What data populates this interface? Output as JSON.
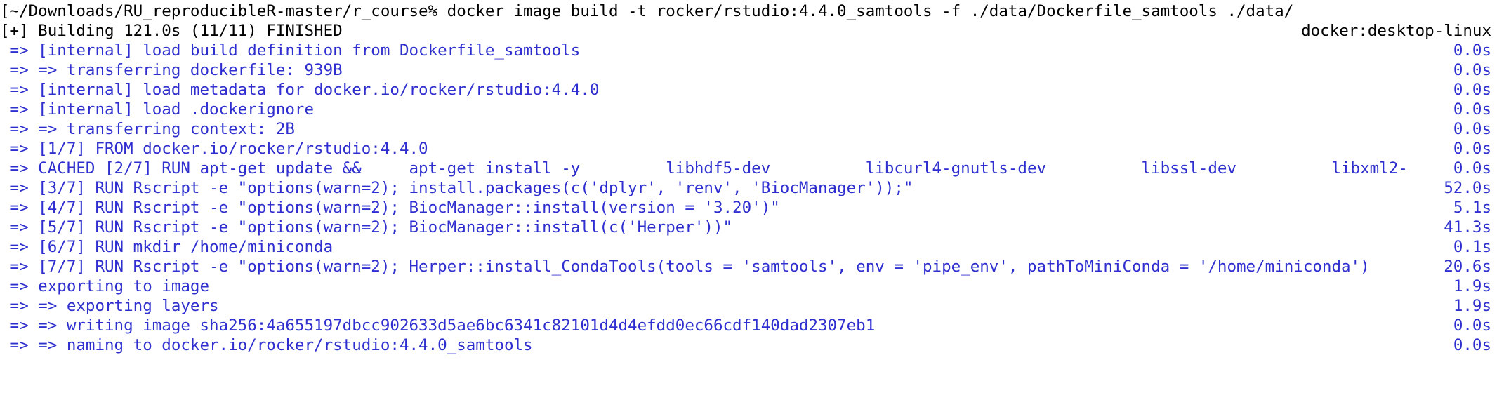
{
  "terminal": {
    "prompt_line": "[~/Downloads/RU_reproducibleR-master/r_course% docker image build -t rocker/rstudio:4.4.0_samtools -f ./data/Dockerfile_samtools ./data/",
    "build_status": "[+] Building 121.0s (11/11) FINISHED",
    "builder": "docker:desktop-linux",
    "steps": [
      {
        "text": " => [internal] load build definition from Dockerfile_samtools",
        "time": "0.0s"
      },
      {
        "text": " => => transferring dockerfile: 939B",
        "time": "0.0s"
      },
      {
        "text": " => [internal] load metadata for docker.io/rocker/rstudio:4.4.0",
        "time": "0.0s"
      },
      {
        "text": " => [internal] load .dockerignore",
        "time": "0.0s"
      },
      {
        "text": " => => transferring context: 2B",
        "time": "0.0s"
      },
      {
        "text": " => [1/7] FROM docker.io/rocker/rstudio:4.4.0",
        "time": "0.0s"
      },
      {
        "text": " => CACHED [2/7] RUN apt-get update &&     apt-get install -y         libhdf5-dev          libcurl4-gnutls-dev          libssl-dev          libxml2-",
        "time": "0.0s"
      },
      {
        "text": " => [3/7] RUN Rscript -e \"options(warn=2); install.packages(c('dplyr', 'renv', 'BiocManager'));\"",
        "time": "52.0s"
      },
      {
        "text": " => [4/7] RUN Rscript -e \"options(warn=2); BiocManager::install(version = '3.20')\"",
        "time": "5.1s"
      },
      {
        "text": " => [5/7] RUN Rscript -e \"options(warn=2); BiocManager::install(c('Herper'))\"",
        "time": "41.3s"
      },
      {
        "text": " => [6/7] RUN mkdir /home/miniconda",
        "time": "0.1s"
      },
      {
        "text": " => [7/7] RUN Rscript -e \"options(warn=2); Herper::install_CondaTools(tools = 'samtools', env = 'pipe_env', pathToMiniConda = '/home/miniconda')",
        "time": "20.6s"
      },
      {
        "text": " => exporting to image",
        "time": "1.9s"
      },
      {
        "text": " => => exporting layers",
        "time": "1.9s"
      },
      {
        "text": " => => writing image sha256:4a655197dbcc902633d5ae6bc6341c82101d4d4efdd0ec66cdf140dad2307eb1",
        "time": "0.0s"
      },
      {
        "text": " => => naming to docker.io/rocker/rstudio:4.4.0_samtools",
        "time": "0.0s"
      }
    ]
  },
  "colors": {
    "background": "#ffffff",
    "command_text": "#000000",
    "step_text": "#2f2fd0"
  }
}
